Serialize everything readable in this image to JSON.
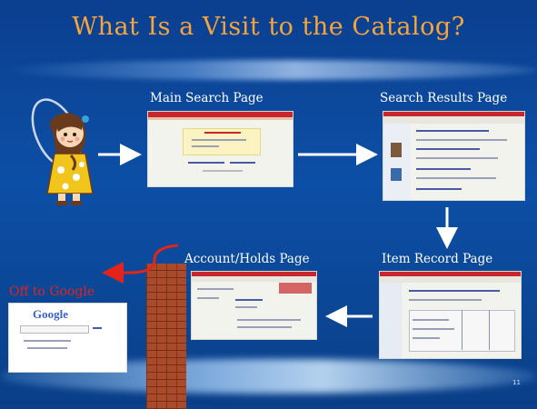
{
  "slide": {
    "title": "What Is a Visit to the Catalog?",
    "page_number": "11"
  },
  "steps": {
    "main_search": "Main Search Page",
    "search_results": "Search Results Page",
    "item_record": "Item Record Page",
    "account_holds": "Account/Holds Page",
    "off_to_google": "Off to Google"
  },
  "google_thumb": {
    "logo_text": "Google"
  },
  "colors": {
    "title": "#f7a53a",
    "label": "#ffffff",
    "off_google": "#e3241b",
    "background": "#0c4fa6",
    "curved_arrow": "#e3241b"
  },
  "icons": {
    "character": "character-icon",
    "arrow": "arrow-icon"
  }
}
